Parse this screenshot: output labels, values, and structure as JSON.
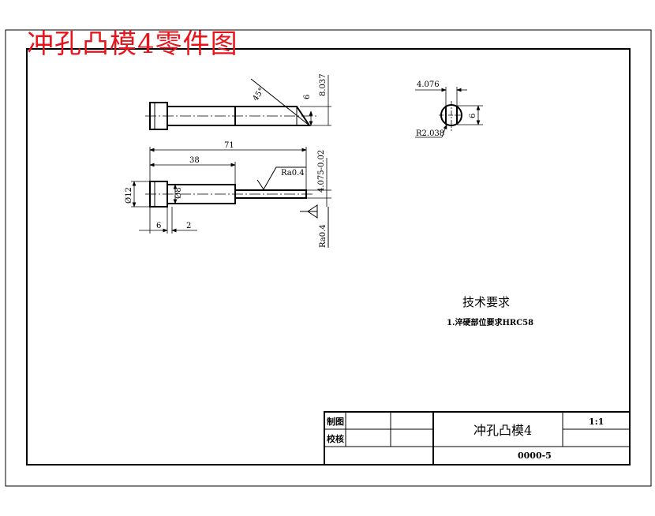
{
  "overlay_title": "冲孔凸模4零件图",
  "dimensions": {
    "length_total": "71",
    "length_head_to_step": "38",
    "head_length": "6",
    "head_collar": "2",
    "head_diameter": "Ø12",
    "shank_diameter": "Ø8",
    "tip_dim": "4.075-0.02",
    "roughness_1": "Ra0.4",
    "roughness_2": "Ra0.4",
    "chamfer_angle": "45°",
    "side_6": "6",
    "side_8037": "8.037",
    "top_width": "4.076",
    "section_height": "6",
    "section_radius": "R2.038"
  },
  "requirements": {
    "heading": "技术要求",
    "item1": "1.淬硬部位要求HRC58"
  },
  "title_block": {
    "drawn_label": "制图",
    "checked_label": "校核",
    "part_name": "冲孔凸模4",
    "scale": "1:1",
    "drawing_no": "0000-5"
  }
}
